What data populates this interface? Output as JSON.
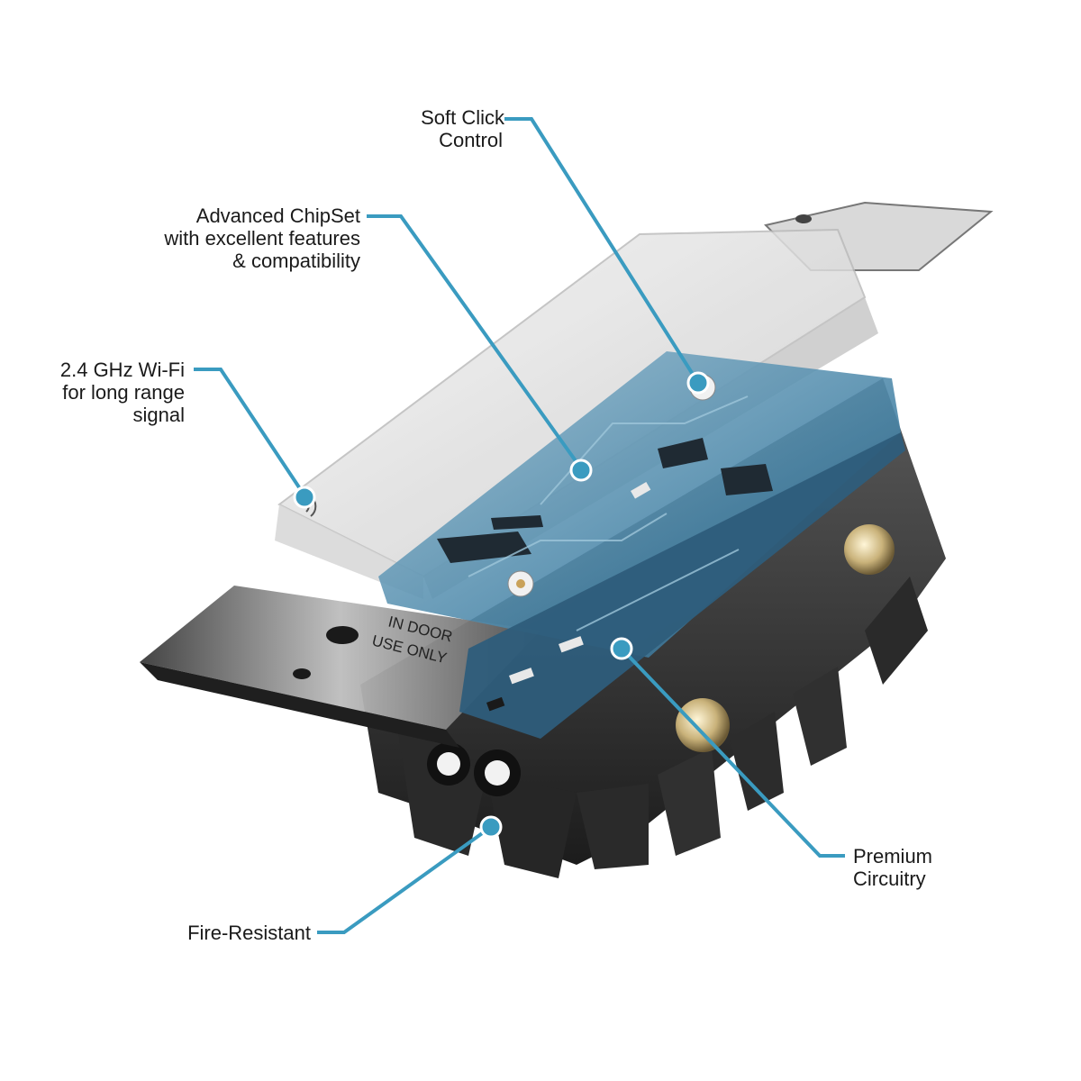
{
  "callouts": {
    "soft_click": {
      "lines": [
        "Soft Click",
        "Control"
      ]
    },
    "chipset": {
      "lines": [
        "Advanced ChipSet",
        "with excellent features",
        "& compatibility"
      ]
    },
    "wifi": {
      "lines": [
        "2.4 GHz Wi-Fi",
        "for long range",
        "signal"
      ]
    },
    "circuitry": {
      "lines": [
        "Premium",
        "Circuitry"
      ]
    },
    "fire": {
      "lines": [
        "Fire-Resistant"
      ]
    }
  },
  "device_text": {
    "plate_line1": "IN DOOR",
    "plate_line2": "USE ONLY"
  },
  "colors": {
    "callout_line": "#3a9bc0",
    "pcb": "#4d8fb0",
    "body_dark": "#2b2b2b",
    "housing": "#e2e2e2"
  }
}
